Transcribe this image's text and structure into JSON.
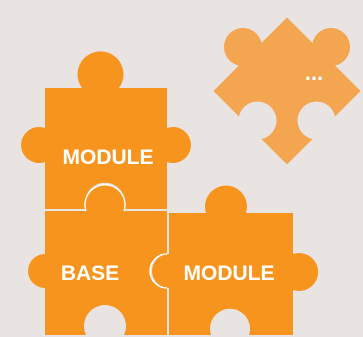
{
  "diagram": {
    "background": "#e9e3e1",
    "piece_color": "#f7941d",
    "faded_piece_color": "#f4a54f",
    "label_color": "#ffffff",
    "pieces": [
      {
        "id": "module-top",
        "label": "MODULE"
      },
      {
        "id": "base",
        "label": "BASE"
      },
      {
        "id": "module-bottom",
        "label": "MODULE"
      },
      {
        "id": "extra",
        "label": "..."
      }
    ]
  }
}
